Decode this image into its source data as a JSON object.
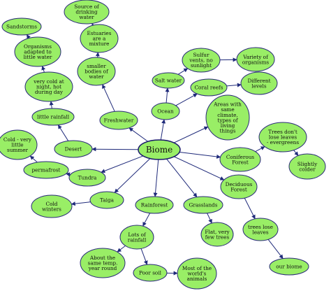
{
  "central": "Biome",
  "nodes": {
    "desert": [
      "Desert"
    ],
    "little_rainfall": [
      "little rainfall"
    ],
    "very_cold_night": [
      "very cold at",
      "night, hot",
      "during day"
    ],
    "organisms_adapted": [
      "Organisms",
      "adapted to",
      "little water"
    ],
    "sandstorms": [
      "Sandstorms"
    ],
    "freshwater": [
      "Freshwater"
    ],
    "smaller_bodies": [
      "smaller",
      "bodies of",
      "water"
    ],
    "estuaries": [
      "Estuaries",
      "are a",
      "mixture"
    ],
    "drinking_water": [
      "Source of",
      "drinking",
      "water"
    ],
    "ocean": [
      "Ocean"
    ],
    "salt_water": [
      "Salt water"
    ],
    "sulfur_vents": [
      "Sulfur",
      "vents, no",
      "sunlight"
    ],
    "variety": [
      "Variety of",
      "organisms"
    ],
    "coral_reefs": [
      "Coral reefs"
    ],
    "different_levels": [
      "Different",
      "levels"
    ],
    "areas_same_climate": [
      "Areas with",
      "same",
      "climate,",
      "types of",
      "living",
      "things"
    ],
    "coniferous": [
      "Coniferous",
      "Forest"
    ],
    "trees_dont_lose": [
      "Trees don't",
      "lose leaves",
      "- evergreens"
    ],
    "slightly_colder": [
      "Slightly",
      "colder"
    ],
    "deciduous": [
      "Deciduous",
      "Forest"
    ],
    "trees_lose": [
      "trees lose",
      "leaves"
    ],
    "our_biome": [
      "our biome"
    ],
    "grasslands": [
      "Grasslands"
    ],
    "flat_few_trees": [
      "Flat, very",
      "few trees"
    ],
    "rainforest": [
      "Rainforest"
    ],
    "lots_rainfall": [
      "Lots of",
      "rainfall"
    ],
    "same_temp": [
      "About the",
      "same temp.",
      "year round"
    ],
    "poor_soil": [
      "Poor soil"
    ],
    "most_animals": [
      "Most of the",
      "world's",
      "animals"
    ],
    "taiga": [
      "Taiga"
    ],
    "cold_winters": [
      "Cold",
      "winters"
    ],
    "tundra": [
      "Tundra"
    ],
    "permafrost": [
      "permafrost"
    ],
    "cold_summer": [
      "Cold - very",
      "little",
      "summer"
    ]
  }
}
